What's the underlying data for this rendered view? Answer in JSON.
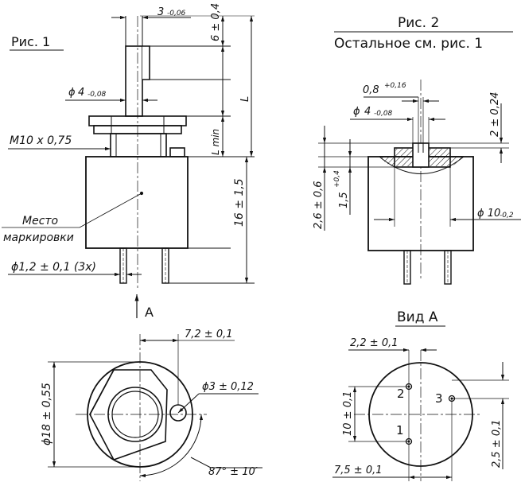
{
  "fig1": {
    "caption": "Рис. 1",
    "dims": {
      "flat_width": "3",
      "flat_width_tol": "-0,06",
      "flat_length": "6 ± 0,4",
      "shaft_dia_sym": "ϕ",
      "shaft_dia": "4",
      "shaft_dia_tol": "-0,08",
      "shaft_length": "L",
      "thread_length": "L min",
      "thread": "M10 x 0,75",
      "body_height": "16 ± 1,5",
      "pin_dia": "ϕ1,2 ± 0,1 (3x)"
    },
    "marking_label_1": "Место",
    "marking_label_2": "маркировки",
    "view_arrow": "A"
  },
  "fig2": {
    "caption": "Рис. 2",
    "note": "Остальное см. рис. 1",
    "dims": {
      "slot_width": "0,8",
      "slot_width_tol": "+0,16",
      "shaft_dia_sym": "ϕ",
      "shaft_dia": "4",
      "shaft_dia_tol": "-0,08",
      "shaft_protrusion": "2 ± 0,24",
      "recess_depth": "2,6 ± 0,6",
      "recess_depth_2": "1,5",
      "recess_depth_2_tol": "+0,4",
      "body_dia": "ϕ 10",
      "body_dia_tol": "-0,2"
    }
  },
  "bottom_view": {
    "dims": {
      "lug_offset": "7,2 ± 0,1",
      "hole_dia": "ϕ3 ± 0,12",
      "body_dia": "ϕ18 ± 0,55",
      "angle": "87° ± 10′"
    }
  },
  "view_a": {
    "caption": "Вид А",
    "dims": {
      "pin_offset_x": "2,2 ± 0,1",
      "pin_spacing": "10 ± 0,1",
      "pin_offset_y": "2,5 ± 0,1",
      "pin_pitch": "7,5 ± 0,1"
    },
    "pin_labels": [
      "1",
      "2",
      "3"
    ]
  }
}
